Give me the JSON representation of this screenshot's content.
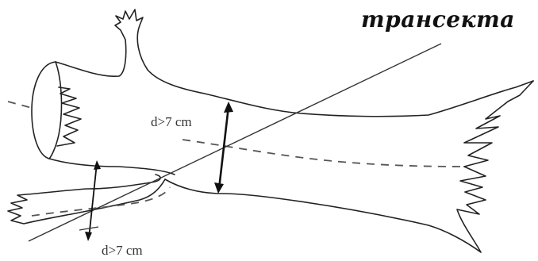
{
  "diagram": {
    "title": "трансекта",
    "measure_labels": {
      "upper": "d>7 cm",
      "lower": "d>7 cm"
    },
    "colors": {
      "outline": "#222222",
      "dashed_centerline": "#555555",
      "transect_line": "#333333",
      "text": "#111111"
    },
    "icons": {
      "trunk": "log-outline",
      "transect": "straight-line",
      "measure": "double-arrow"
    }
  }
}
